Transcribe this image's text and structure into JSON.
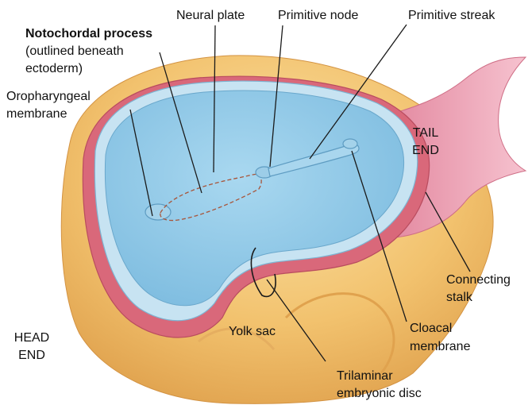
{
  "labels": {
    "neural_plate": "Neural plate",
    "primitive_node": "Primitive node",
    "primitive_streak": "Primitive streak",
    "notochordal_process_title": "Notochordal process",
    "notochordal_process_note_1": "(outlined beneath",
    "notochordal_process_note_2": "ectoderm)",
    "oropharyngeal_1": "Oropharyngeal",
    "oropharyngeal_2": "membrane",
    "tail_end_1": "TAIL",
    "tail_end_2": "END",
    "connecting_stalk_1": "Connecting",
    "connecting_stalk_2": "stalk",
    "head_end_1": "HEAD",
    "head_end_2": "END",
    "yolk_sac": "Yolk sac",
    "cloacal_1": "Cloacal",
    "cloacal_2": "membrane",
    "trilaminar_1": "Trilaminar",
    "trilaminar_2": "embryonic disc"
  },
  "colors": {
    "ectoderm_blue": "#8fc8e6",
    "ectoderm_rim": "#c7e3f2",
    "mesoderm_red": "#d9687a",
    "yolk_sac_orange": "#f2c26e",
    "connecting_stalk_pink": "#ea97ad",
    "leader_line": "#1a1a1a",
    "notochord_outline": "#a8553a"
  }
}
